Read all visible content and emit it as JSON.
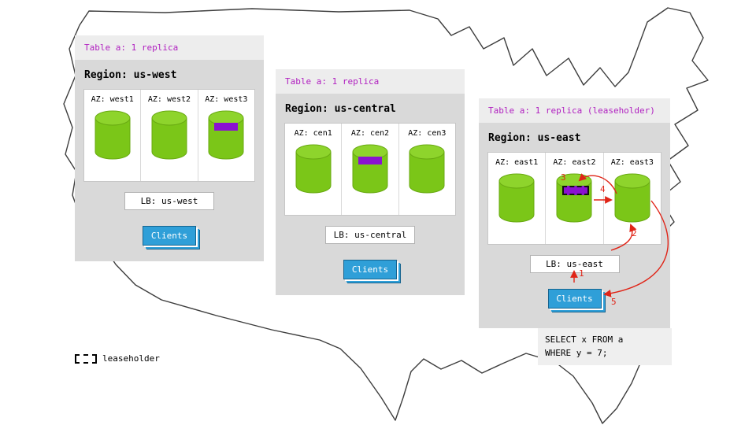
{
  "regions": [
    {
      "table_label": "Table a: 1 replica",
      "region_label": "Region: us-west",
      "azs": [
        {
          "label": "AZ: west1",
          "has_replica": false
        },
        {
          "label": "AZ: west2",
          "has_replica": false
        },
        {
          "label": "AZ: west3",
          "has_replica": true,
          "replica_type": "replica"
        }
      ],
      "lb_label": "LB: us-west",
      "clients_label": "Clients"
    },
    {
      "table_label": "Table a: 1 replica",
      "region_label": "Region: us-central",
      "azs": [
        {
          "label": "AZ: cen1",
          "has_replica": false
        },
        {
          "label": "AZ: cen2",
          "has_replica": true,
          "replica_type": "replica"
        },
        {
          "label": "AZ: cen3",
          "has_replica": false
        }
      ],
      "lb_label": "LB: us-central",
      "clients_label": "Clients"
    },
    {
      "table_label": "Table a: 1 replica (leaseholder)",
      "region_label": "Region: us-east",
      "azs": [
        {
          "label": "AZ: east1",
          "has_replica": false
        },
        {
          "label": "AZ: east2",
          "has_replica": true,
          "replica_type": "leaseholder"
        },
        {
          "label": "AZ: east3",
          "has_replica": false
        }
      ],
      "lb_label": "LB: us-east",
      "clients_label": "Clients"
    }
  ],
  "query": {
    "line1": "SELECT x FROM a",
    "line2": "WHERE y = 7;"
  },
  "arrows": {
    "labels": [
      "1",
      "2",
      "3",
      "4",
      "5"
    ]
  },
  "legend": {
    "label": "leaseholder"
  },
  "colors": {
    "panel_gray": "#d9d9d9",
    "header_gray": "#ededed",
    "accent_purple": "#b01fc0",
    "replica_purple": "#8a12d0",
    "cylinder_green": "#7bc618",
    "clients_blue": "#2f9fd8",
    "arrow_red": "#e02417"
  }
}
